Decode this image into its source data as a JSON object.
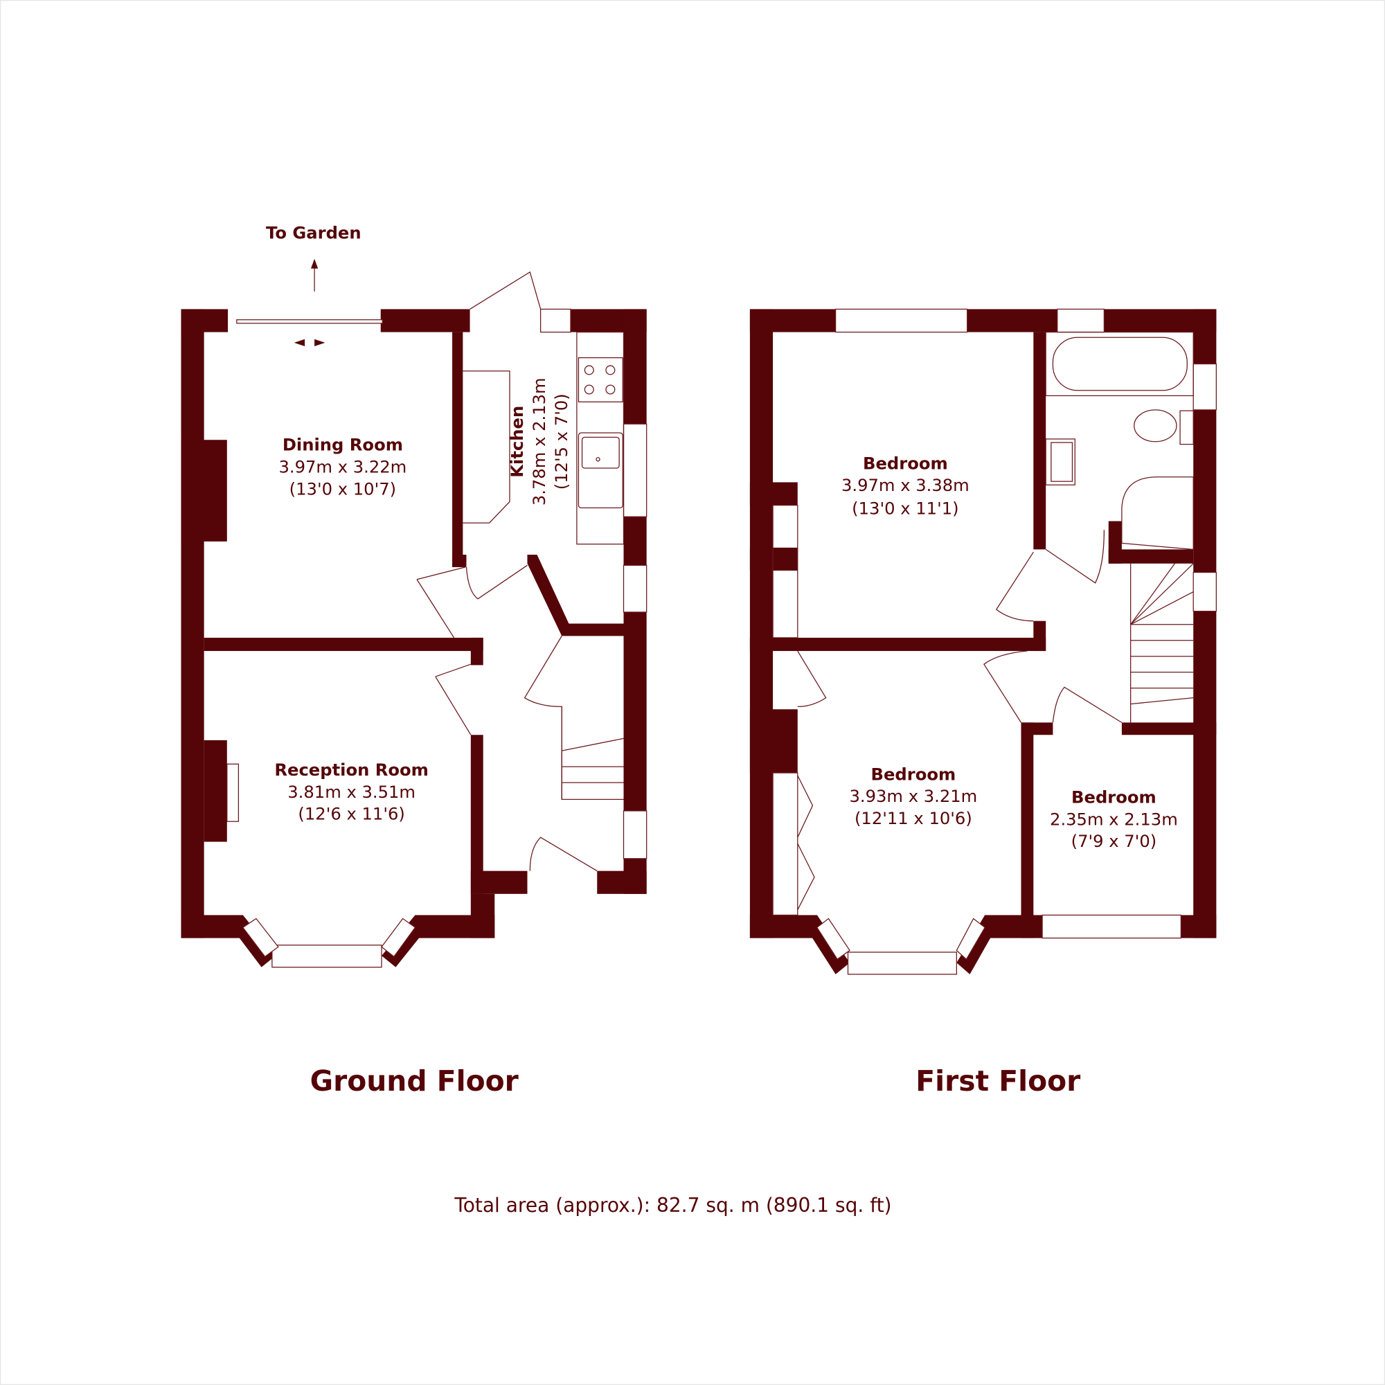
{
  "colors": {
    "wall": "#550508",
    "text": "#550508"
  },
  "annotations": {
    "to_garden": "To Garden"
  },
  "ground_floor": {
    "title": "Ground Floor",
    "rooms": [
      {
        "name": "Dining Room",
        "metric": "3.97m x 3.22m",
        "imperial": "(13'0 x 10'7)"
      },
      {
        "name": "Kitchen",
        "metric": "3.78m x 2.13m",
        "imperial": "(12'5 x 7'0)"
      },
      {
        "name": "Reception Room",
        "metric": "3.81m x 3.51m",
        "imperial": "(12'6 x 11'6)"
      }
    ]
  },
  "first_floor": {
    "title": "First Floor",
    "rooms": [
      {
        "name": "Bedroom",
        "metric": "3.97m x 3.38m",
        "imperial": "(13'0 x 11'1)"
      },
      {
        "name": "Bedroom",
        "metric": "3.93m x 3.21m",
        "imperial": "(12'11 x 10'6)"
      },
      {
        "name": "Bedroom",
        "metric": "2.35m x 2.13m",
        "imperial": "(7'9 x 7'0)"
      }
    ]
  },
  "total_area": "Total area (approx.): 82.7 sq. m (890.1 sq. ft)"
}
